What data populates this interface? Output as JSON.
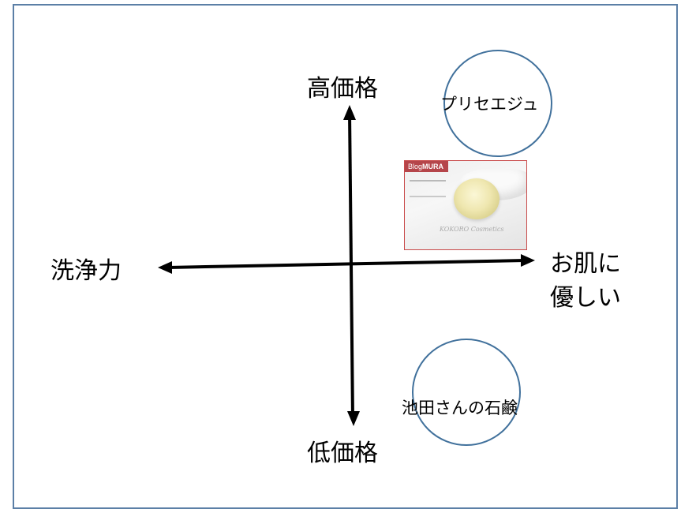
{
  "axes": {
    "top": "高価格",
    "bottom": "低価格",
    "left": "洗浄力",
    "right_line1": "お肌に",
    "right_line2": "優しい"
  },
  "circles": [
    {
      "label": "プリセエジュ"
    },
    {
      "label": "池田さんの石鹸"
    }
  ],
  "photo": {
    "badge_prefix": "Blog",
    "badge_bold": "MURA",
    "watermark": "KOKORO Cosmetics"
  },
  "colors": {
    "frame_border": "#5b7fa6",
    "circle_stroke": "#41719c",
    "axis": "#000000",
    "photo_border": "#c94a4a",
    "badge_bg": "#b5454a"
  }
}
